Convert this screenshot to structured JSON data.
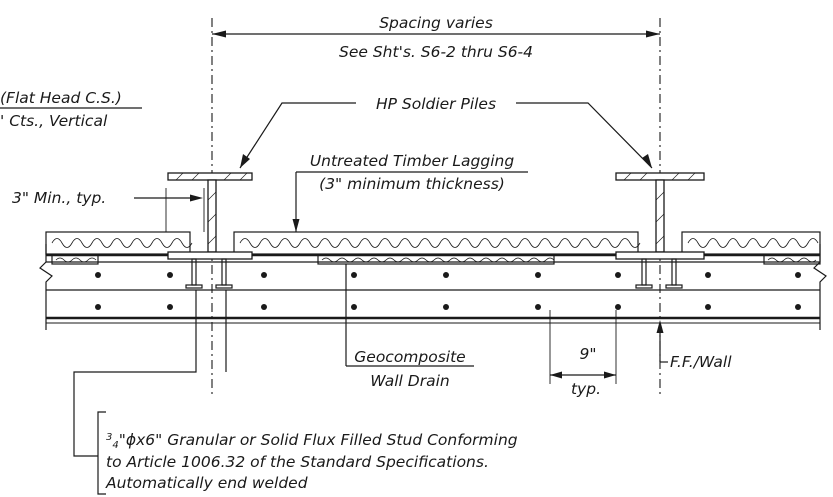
{
  "labels": {
    "spacing_title": "Spacing varies",
    "spacing_ref": "See Sht's. S6-2 thru S6-4",
    "flat_head_line1": "(Flat Head C.S.)",
    "flat_head_line2": "' Cts., Vertical",
    "soldier_piles": "HP Soldier Piles",
    "lagging_title": "Untreated Timber Lagging",
    "lagging_thickness": "(3\" minimum thickness)",
    "min_clearance": "3\" Min., typ.",
    "drain_line1": "Geocomposite",
    "drain_line2": "Wall Drain",
    "spacing_9": "9\"",
    "spacing_typ": "typ.",
    "face_wall": "F.F./Wall",
    "stud_fraction_num": "3",
    "stud_fraction_den": "4",
    "stud_line1_rest": "\"ϕx6\" Granular or Solid Flux Filled Stud Conforming",
    "stud_line2": "to Article 1006.32 of the Standard Specifications.",
    "stud_line3": "Automatically end welded"
  }
}
